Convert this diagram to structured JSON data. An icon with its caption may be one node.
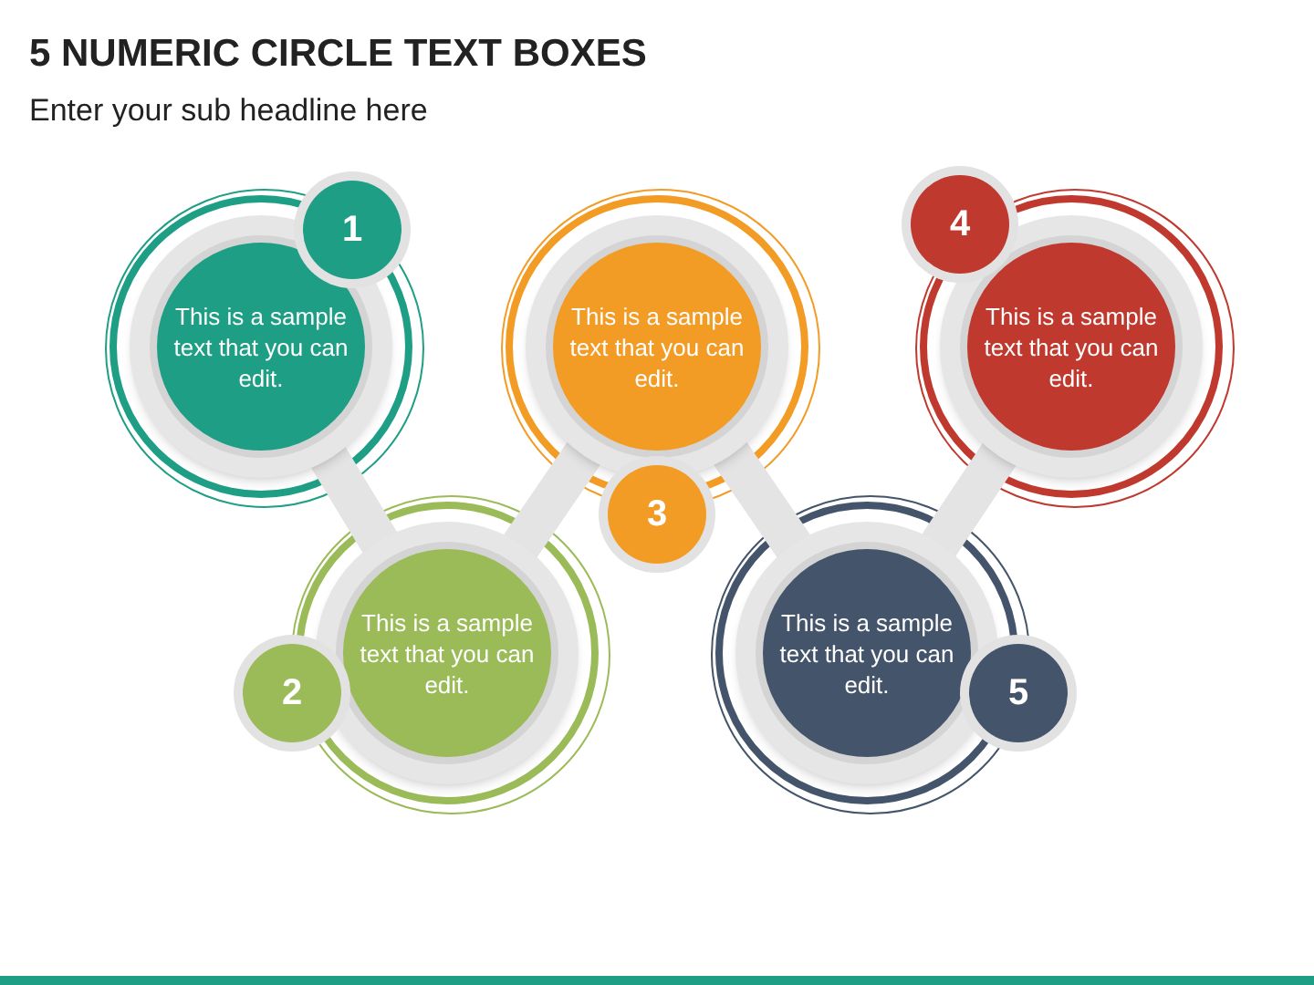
{
  "diagram": {
    "title": "5 NUMERIC CIRCLE TEXT BOXES",
    "caption": "Enter your sub headline here",
    "nodes": [
      {
        "text": [
          "This is a sample text that you can edit."
        ]
      },
      {
        "text": [
          "1"
        ]
      },
      {
        "text": [
          "This is a sample text that you can edit."
        ]
      },
      {
        "text": [
          "2"
        ]
      },
      {
        "text": [
          "This is a sample text that you can edit."
        ]
      },
      {
        "text": [
          "3"
        ]
      },
      {
        "text": [
          "This is a sample text that you can edit."
        ]
      },
      {
        "text": [
          "4"
        ]
      },
      {
        "text": [
          "This is a sample text that you can edit."
        ]
      },
      {
        "text": [
          "5"
        ]
      }
    ],
    "edges": [
      {
        "from": 0,
        "to": 2,
        "arrow": "none"
      },
      {
        "from": 2,
        "to": 4,
        "arrow": "none"
      },
      {
        "from": 4,
        "to": 8,
        "arrow": "none"
      },
      {
        "from": 8,
        "to": 6,
        "arrow": "none"
      }
    ]
  }
}
